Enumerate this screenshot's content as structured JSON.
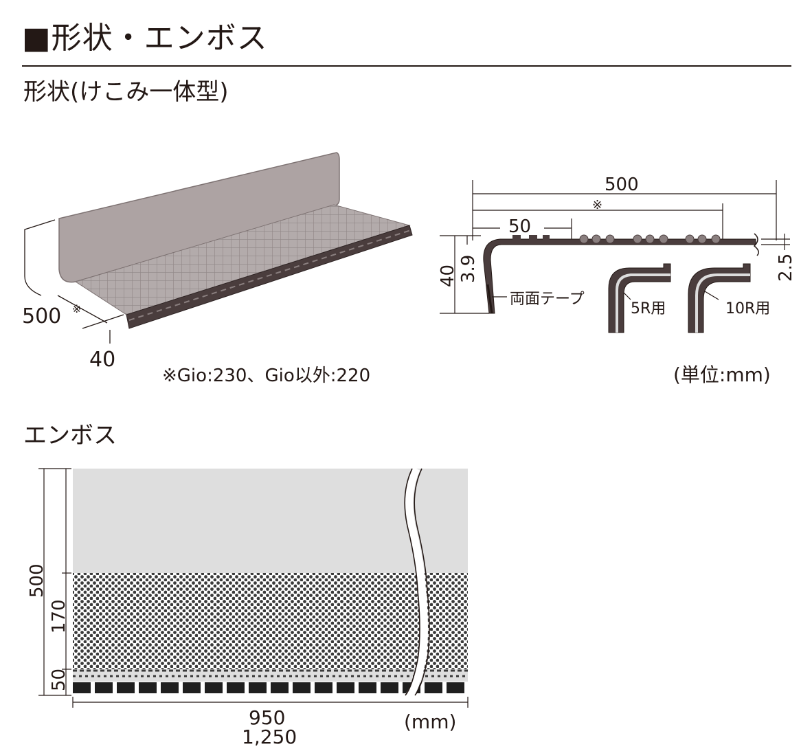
{
  "title": "■形状・エンボス",
  "shape_section": {
    "heading": "形状(けこみ一体型)",
    "iso_drawing": {
      "depth_label": "500",
      "depth_mark": "※",
      "height_label": "40"
    },
    "footnote": "※Gio:230、Gio以外:220",
    "unit": "(単位:mm)",
    "cross_section": {
      "total_length": "500",
      "mark": "※",
      "nosing_length": "50",
      "thickness_label": "3.9",
      "riser_label": "40",
      "end_thickness_label": "2.5",
      "tape_label": "両面テープ",
      "variant_5r": "5R用",
      "variant_10r": "10R用"
    }
  },
  "emboss_section": {
    "heading": "エンボス",
    "dim_total": "500",
    "dim_band": "170",
    "dim_nose": "50",
    "width_primary": "950",
    "width_secondary": "1,250",
    "unit": "(mm)"
  },
  "colors": {
    "text": "#231815",
    "riser": "#ada3a3",
    "tread_dark": "#4a3d3d",
    "panel_light": "#dedede",
    "dots": "#3a3a3a"
  }
}
